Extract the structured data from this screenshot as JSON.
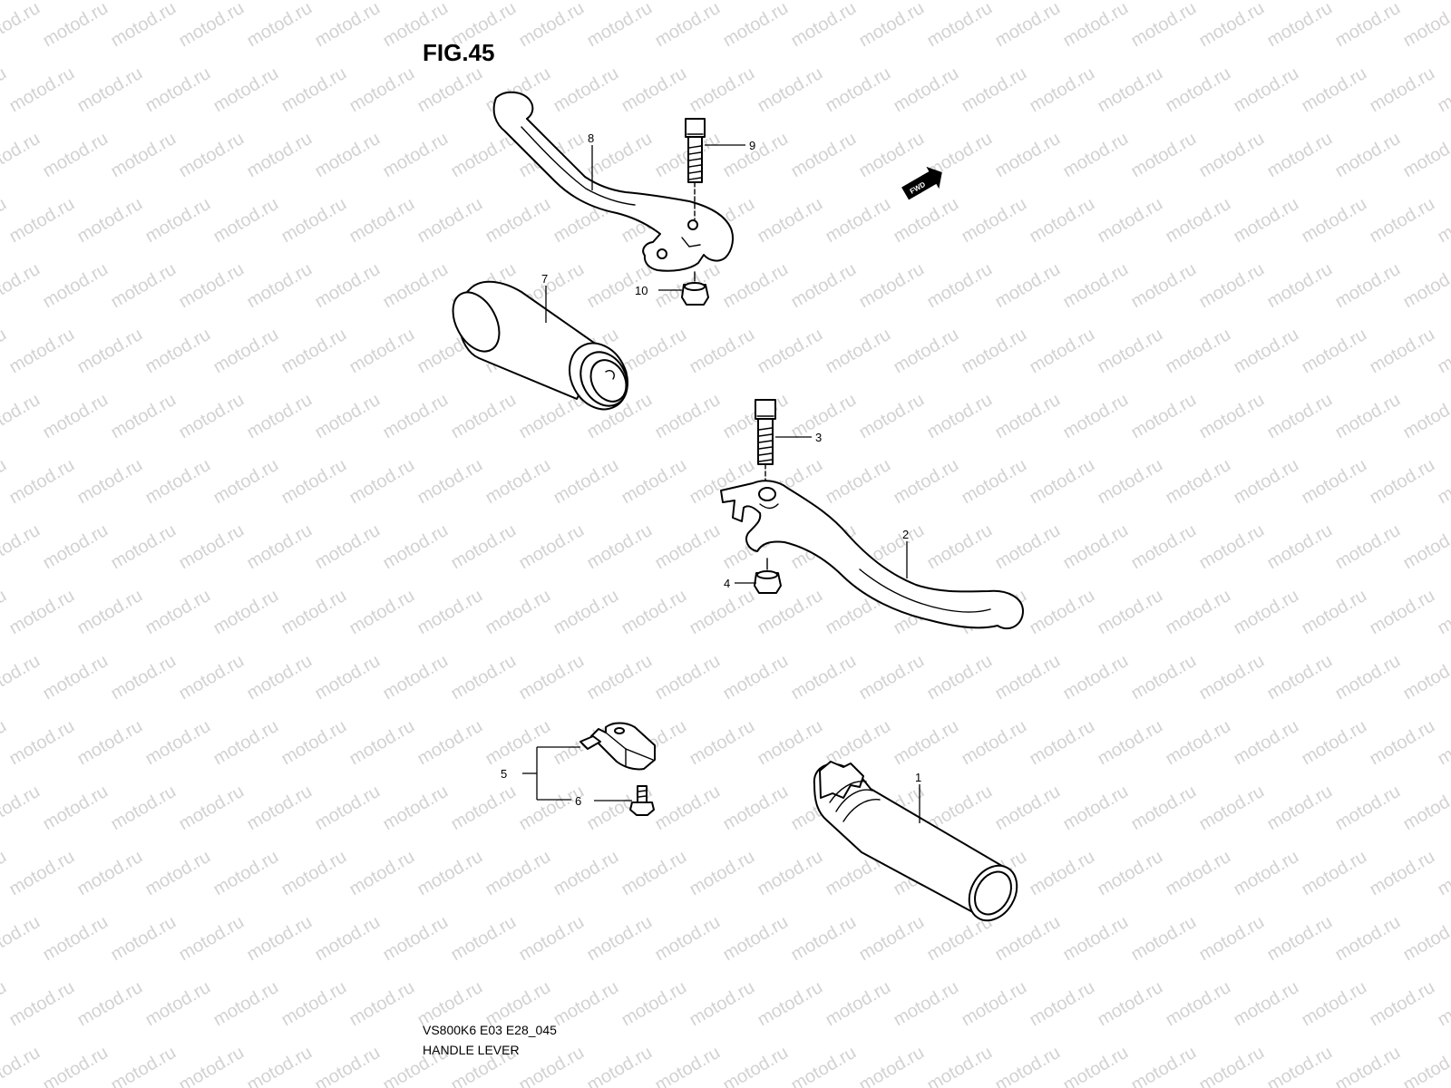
{
  "figure": {
    "title": "FIG.45"
  },
  "watermark": {
    "text": "motod.ru",
    "color": "#d2d2d2"
  },
  "direction_badge": {
    "label": "FWD"
  },
  "callouts": [
    "1",
    "2",
    "3",
    "4",
    "5",
    "6",
    "7",
    "8",
    "9",
    "10"
  ],
  "footer": {
    "model_code": "VS800K6 E03 E28_045",
    "section_name": "HANDLE LEVER"
  }
}
